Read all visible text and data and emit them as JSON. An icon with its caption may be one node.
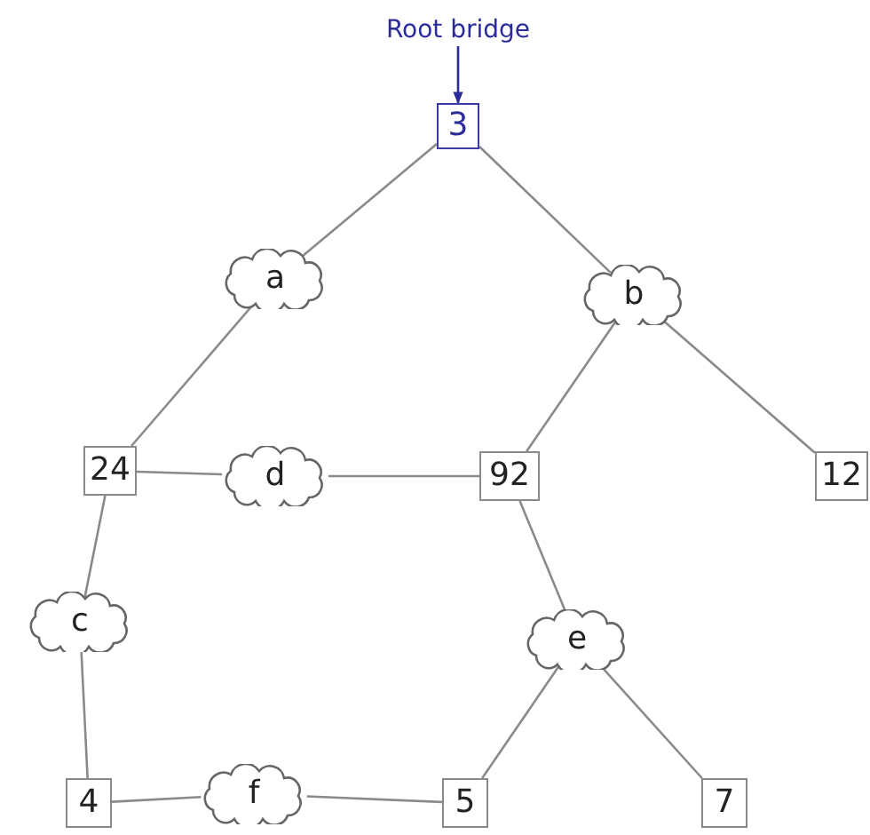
{
  "diagram": {
    "nodes": [
      {
        "text": [
          "Root bridge"
        ]
      },
      {
        "text": [
          "3"
        ]
      },
      {
        "text": [
          "a"
        ]
      },
      {
        "text": [
          "b"
        ]
      },
      {
        "text": [
          "24"
        ]
      },
      {
        "text": [
          "d"
        ]
      },
      {
        "text": [
          "92"
        ]
      },
      {
        "text": [
          "12"
        ]
      },
      {
        "text": [
          "c"
        ]
      },
      {
        "text": [
          "e"
        ]
      },
      {
        "text": [
          "4"
        ]
      },
      {
        "text": [
          "f"
        ]
      },
      {
        "text": [
          "5"
        ]
      },
      {
        "text": [
          "7"
        ]
      }
    ],
    "edges": [
      {
        "from": 0,
        "to": 1,
        "arrow": "to",
        "color": "#2b2b9a"
      },
      {
        "from": 1,
        "to": 2,
        "arrow": "none"
      },
      {
        "from": 1,
        "to": 3,
        "arrow": "none"
      },
      {
        "from": 2,
        "to": 4,
        "arrow": "none"
      },
      {
        "from": 3,
        "to": 6,
        "arrow": "none"
      },
      {
        "from": 3,
        "to": 7,
        "arrow": "none"
      },
      {
        "from": 4,
        "to": 5,
        "arrow": "none"
      },
      {
        "from": 5,
        "to": 6,
        "arrow": "none"
      },
      {
        "from": 4,
        "to": 8,
        "arrow": "none"
      },
      {
        "from": 6,
        "to": 9,
        "arrow": "none"
      },
      {
        "from": 8,
        "to": 10,
        "arrow": "none"
      },
      {
        "from": 10,
        "to": 11,
        "arrow": "none"
      },
      {
        "from": 11,
        "to": 12,
        "arrow": "none"
      },
      {
        "from": 9,
        "to": 12,
        "arrow": "none"
      },
      {
        "from": 9,
        "to": 13,
        "arrow": "none"
      }
    ]
  }
}
